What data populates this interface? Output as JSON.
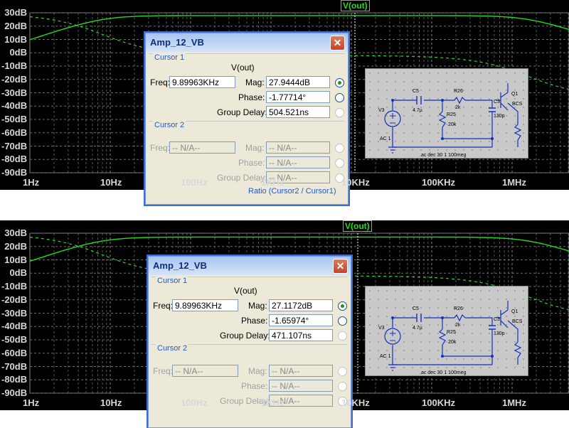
{
  "trace": "V(out)",
  "y_ticks": [
    "30dB",
    "20dB",
    "10dB",
    "0dB",
    "-10dB",
    "-20dB",
    "-30dB",
    "-40dB",
    "-50dB",
    "-60dB",
    "-70dB",
    "-80dB",
    "-90dB"
  ],
  "x_ticks": [
    "1Hz",
    "10Hz",
    "100Hz",
    "1KHz",
    "10KHz",
    "100KHz",
    "1MHz"
  ],
  "colors": {
    "trace": "#22dd22",
    "grid": "#6e6e6e",
    "plot_bg": "#000000"
  },
  "panels": [
    {
      "dialog": {
        "title": "Amp_12_VB",
        "cursor1_label": "Cursor 1",
        "trace": "V(out)",
        "freq_label": "Freq:",
        "freq": "9.89963KHz",
        "mag_label": "Mag:",
        "mag": "27.9444dB",
        "phase_label": "Phase:",
        "phase": "-1.77714°",
        "gd_label": "Group Delay:",
        "group_delay": "504.521ns",
        "cursor2_label": "Cursor 2",
        "na": "-- N/A--",
        "ratio_partial": "Ratio (Cursor2 / Cursor1)"
      },
      "schematic": {
        "c5": "C5",
        "c5v": "4.7µ",
        "r26": "R26",
        "r26v": "2k",
        "r25": "R25",
        "r25v": "20k",
        "c3": "C3",
        "c3v": "130p",
        "q1": "Q1",
        "q1m": "BCS",
        "v3": "V3",
        "ac": "AC 1",
        "cmd": ".ac dec 30 1 100meg"
      }
    },
    {
      "dialog": {
        "title": "Amp_12_VB",
        "cursor1_label": "Cursor 1",
        "trace": "V(out)",
        "freq_label": "Freq:",
        "freq": "9.89963KHz",
        "mag_label": "Mag:",
        "mag": "27.1172dB",
        "phase_label": "Phase:",
        "phase": "-1.65974°",
        "gd_label": "Group Delay:",
        "group_delay": "471.107ns",
        "cursor2_label": "Cursor 2",
        "na": "-- N/A--",
        "ratio_partial": ""
      },
      "schematic": {
        "c5": "C5",
        "c5v": "4.7µ",
        "r26": "R26",
        "r26v": "2k",
        "r25": "R25",
        "r25v": "20k",
        "c3": "C3",
        "c3v": "130p",
        "q1": "Q1",
        "q1m": "BCS",
        "v3": "V3",
        "ac": "AC 1",
        "cmd": ".ac dec 30 1 100meg"
      }
    }
  ]
}
